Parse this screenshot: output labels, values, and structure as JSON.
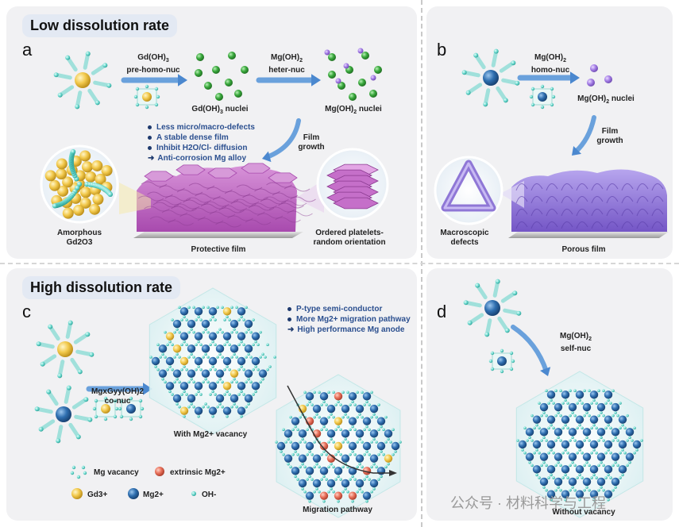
{
  "panel_a": {
    "header": "Low dissolution rate",
    "letter": "a",
    "step1_label_line1": "Gd(OH)",
    "step1_label_sub": "3",
    "step1_label_line2": "pre-homo-nuc",
    "nuclei1_label": "Gd(OH)",
    "nuclei1_sub": "3",
    "nuclei1_suffix": " nuclei",
    "step2_label_line1": "Mg(OH)",
    "step2_label_sub": "2",
    "step2_label_line2": "heter-nuc",
    "nuclei2_label": "Mg(OH)",
    "nuclei2_sub": "2",
    "nuclei2_suffix": " nuclei",
    "film_growth": "Film growth",
    "bullets": [
      "Less micro/macro-defects",
      "A stable dense film",
      "Inhibit H2O/Cl- diffusion"
    ],
    "arrow_bullet": "Anti-corrosion Mg alloy",
    "amorphous_line1": "Amorphous",
    "amorphous_line2": "Gd2O3",
    "protective_film": "Protective film",
    "ordered_line1": "Ordered platelets-",
    "ordered_line2": "random orientation"
  },
  "panel_b": {
    "letter": "b",
    "step_label_line1": "Mg(OH)",
    "step_label_sub": "2",
    "step_label_line2": "homo-nuc",
    "nuclei_label": "Mg(OH)",
    "nuclei_sub": "2",
    "nuclei_suffix": " nuclei",
    "film_growth": "Film growth",
    "macro_line1": "Macroscopic",
    "macro_line2": "defects",
    "porous_film": "Porous film"
  },
  "panel_c": {
    "header": "High dissolution rate",
    "letter": "c",
    "conuc_line1": "MgxGyy(OH)2",
    "conuc_line2": "co-nuc",
    "vacancy_label": "With Mg2+ vacancy",
    "bullets": [
      "P-type semi-conductor",
      "More Mg2+ migration pathway"
    ],
    "arrow_bullet": "High performance Mg anode",
    "migration_label": "Migration pathway",
    "legend": {
      "mg_vacancy": "Mg vacancy",
      "extrinsic": "extrinsic Mg2+",
      "gd": "Gd3+",
      "mg": "Mg2+",
      "oh": "OH-"
    }
  },
  "panel_d": {
    "letter": "d",
    "step_label_line1": "Mg(OH)",
    "step_label_sub": "2",
    "step_label_line2": "self-nuc",
    "without_vacancy": "Without vacancy"
  },
  "watermark": "公众号 · 材料科学与工程",
  "colors": {
    "gd": "#f2c94c",
    "mg": "#2f6fb0",
    "oh": "#5fd3c8",
    "vacancy": "#9fe0da",
    "extrinsic": "#e8705a",
    "film_pink": "#c56fc9",
    "film_purple": "#8f77d6",
    "arrow": "#5b95d6",
    "header_bg": "#e3e9f3"
  }
}
